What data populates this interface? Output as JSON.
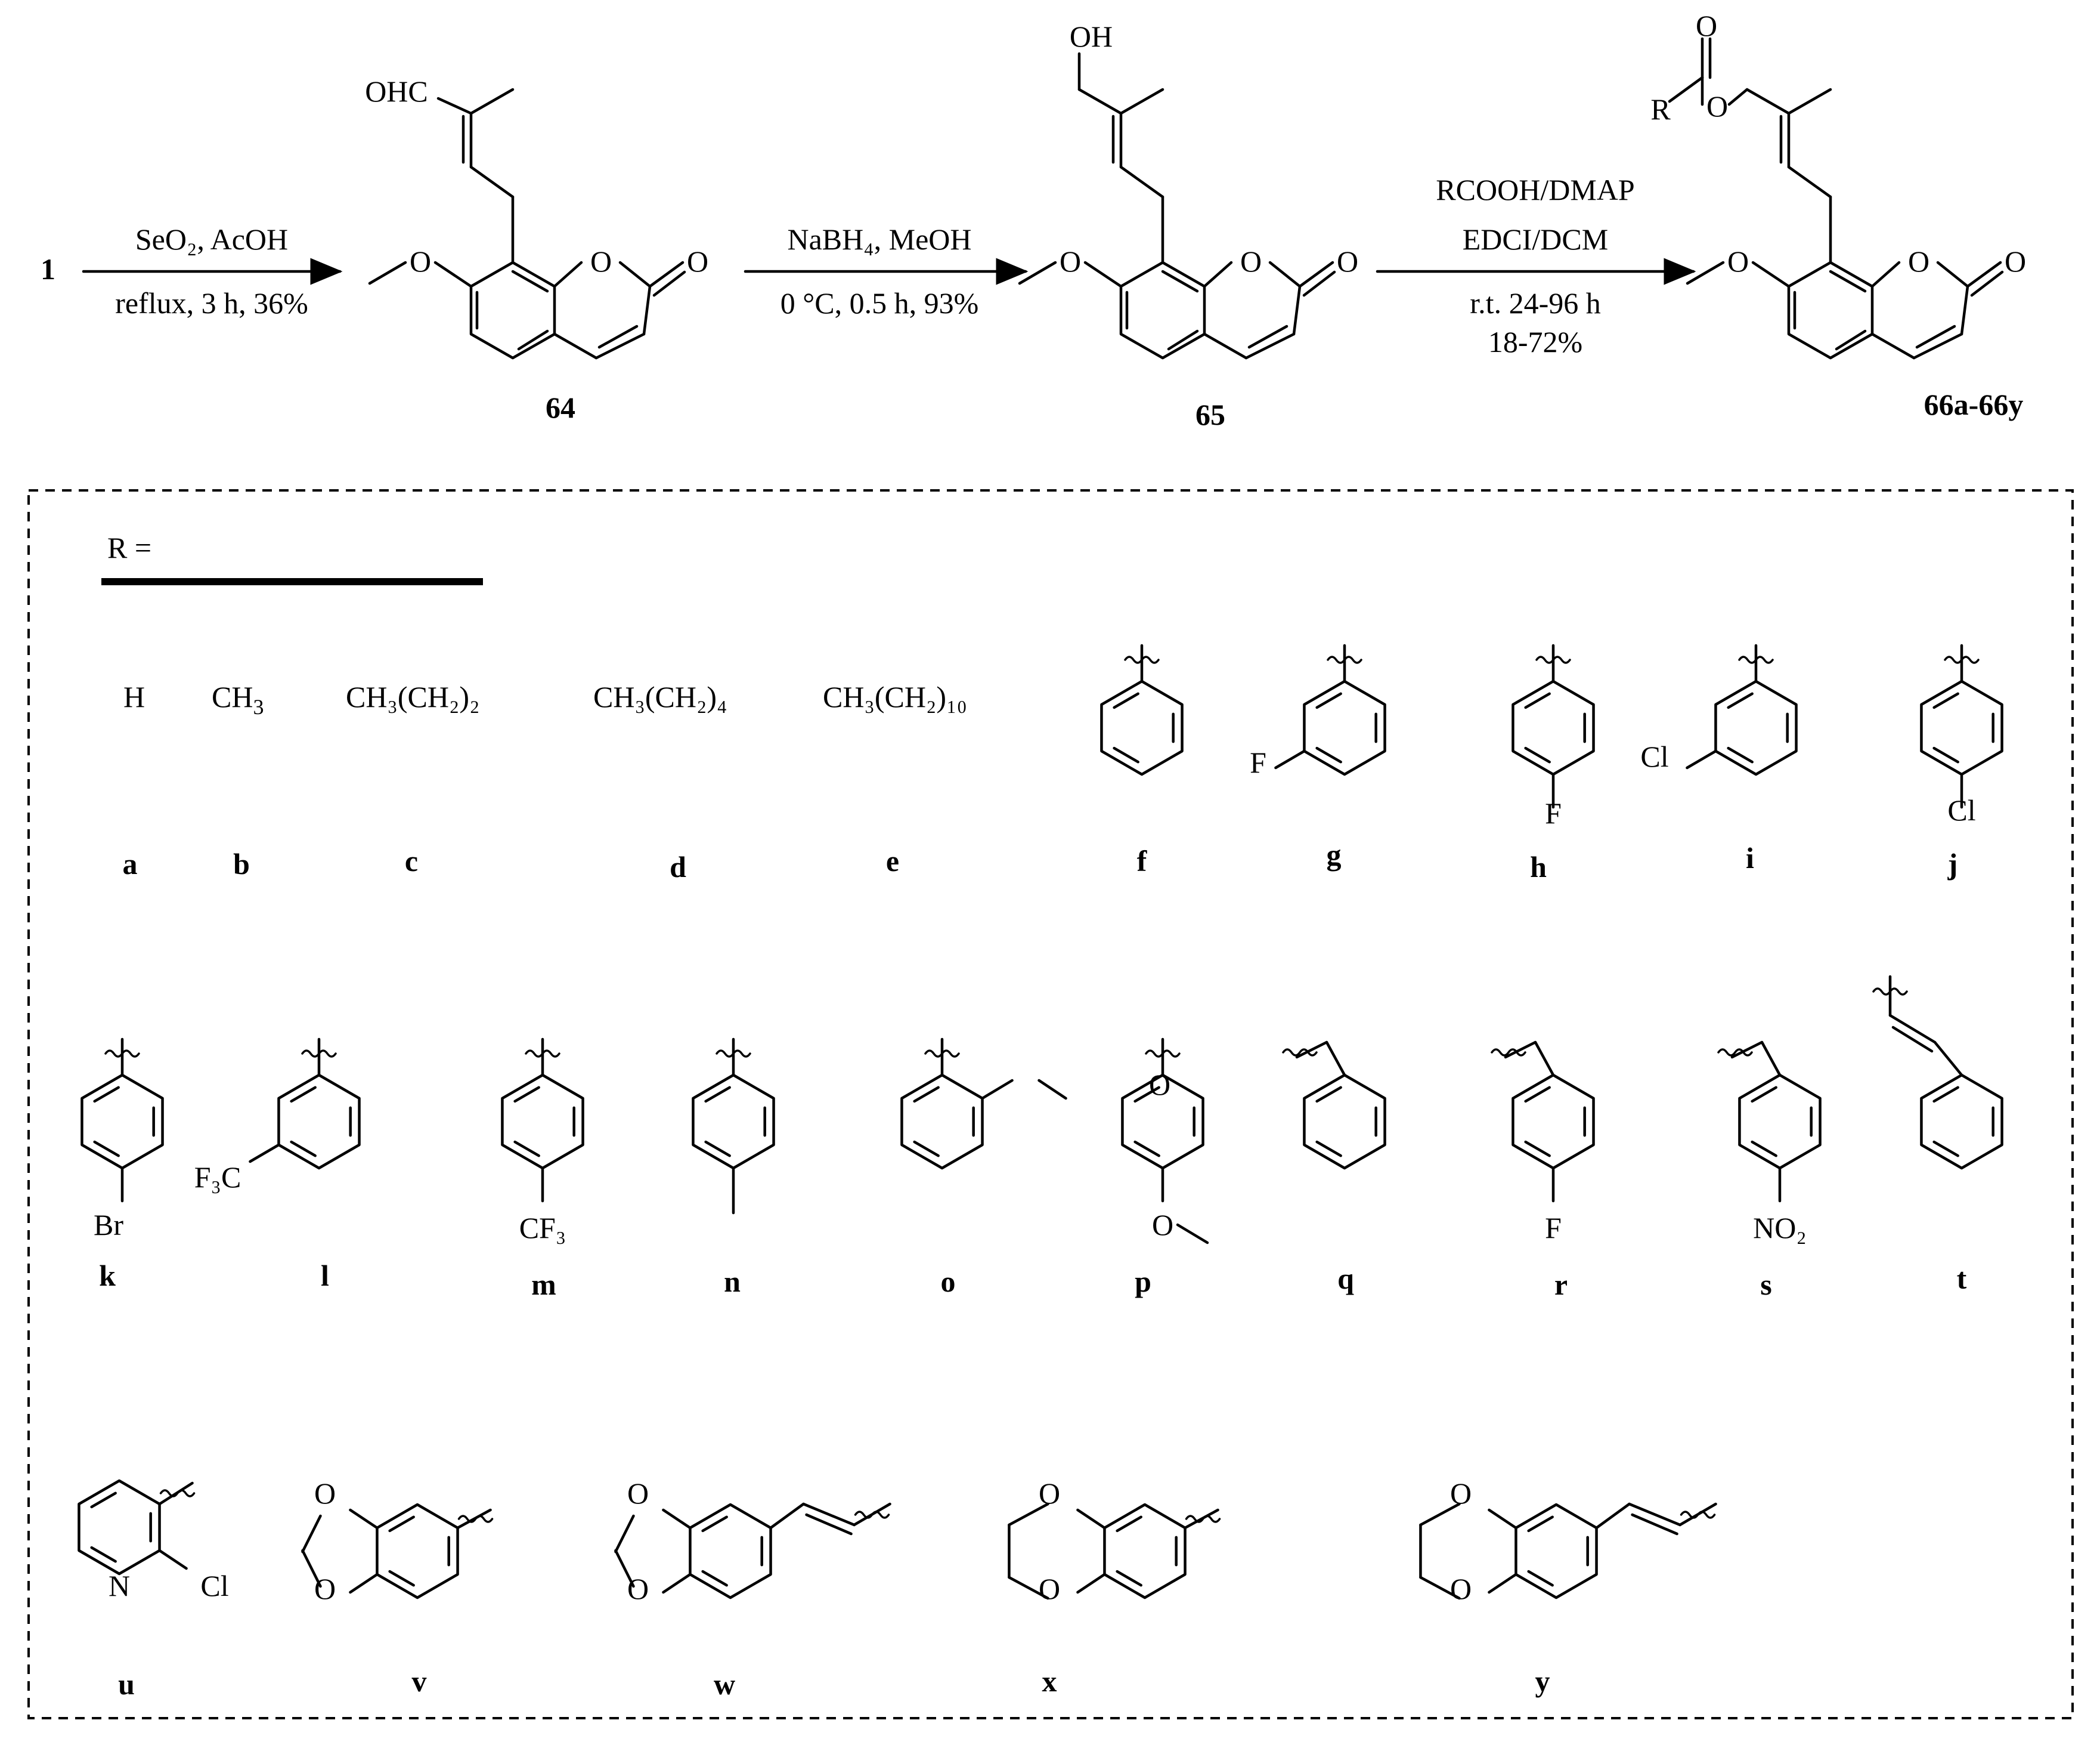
{
  "scheme": {
    "start_label": "1",
    "step1": {
      "line1": "SeO₂, AcOH",
      "line2": "reflux, 3 h, 36%"
    },
    "step2": {
      "line1": "NaBH₄, MeOH",
      "line2": "0 °C, 0.5 h, 93%"
    },
    "step3": {
      "line1": "RCOOH/DMAP",
      "line2": "EDCI/DCM",
      "line3": "r.t. 24-96 h",
      "line4": "18-72%"
    },
    "compounds": {
      "c64": "64",
      "c65": "65",
      "c66": "66a-66y"
    },
    "atoms": {
      "OHC": "OHC",
      "OH": "OH",
      "O": "O",
      "R": "R"
    }
  },
  "r_groups": {
    "header": "R =",
    "alkyl": {
      "a": "H",
      "b_main": "CH",
      "b_sub": "3",
      "c_text": "CH₃(CH₂)₂",
      "d_text": "CH₃(CH₂)₄",
      "e_text": "CH₃(CH₂)₁₀"
    },
    "substituents": {
      "F": "F",
      "Cl": "Cl",
      "Br": "Br",
      "CF3": "CF₃",
      "F3C": "F₃C",
      "NO2": "NO₂",
      "N": "N"
    },
    "letters": [
      "a",
      "b",
      "c",
      "d",
      "e",
      "f",
      "g",
      "h",
      "i",
      "j",
      "k",
      "l",
      "m",
      "n",
      "o",
      "p",
      "q",
      "r",
      "s",
      "t",
      "u",
      "v",
      "w",
      "x",
      "y"
    ]
  }
}
